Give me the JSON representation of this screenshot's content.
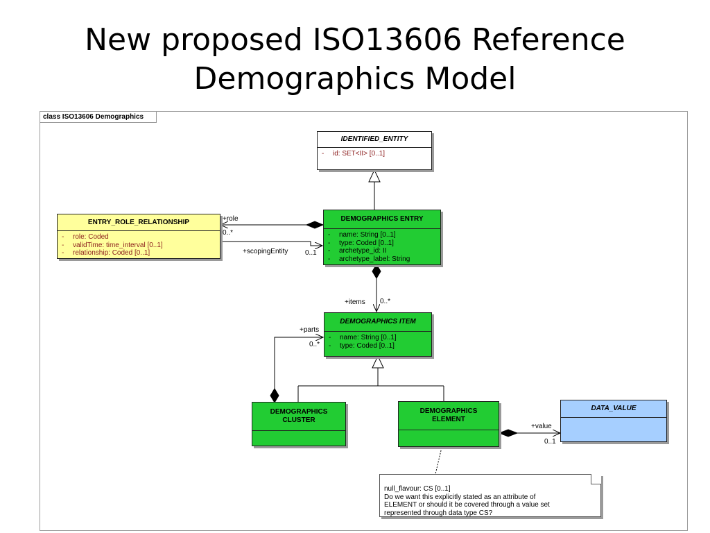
{
  "slide": {
    "title_line1": "New proposed  ISO13606 Reference",
    "title_line2": "Demographics Model"
  },
  "diagram": {
    "frame_label": "class ISO13606 Demographics",
    "classes": {
      "identified_entity": {
        "name": "IDENTIFIED_ENTITY",
        "attrs": [
          "id:  SET<II> [0..1]"
        ]
      },
      "entry_role_relationship": {
        "name": "ENTRY_ROLE_RELATIONSHIP",
        "attrs": [
          "role:  Coded",
          "validTime:  time_interval [0..1]",
          "relationship:  Coded [0..1]"
        ]
      },
      "demographics_entry": {
        "name": "DEMOGRAPHICS ENTRY",
        "attrs": [
          "name:  String [0..1]",
          "type:  Coded [0..1]",
          "archetype_id:  II",
          "archetype_label:  String"
        ]
      },
      "demographics_item": {
        "name": "DEMOGRAPHICS ITEM",
        "attrs": [
          "name:  String [0..1]",
          "type:  Coded [0..1]"
        ]
      },
      "demographics_cluster": {
        "name_line1": "DEMOGRAPHICS",
        "name_line2": "CLUSTER"
      },
      "demographics_element": {
        "name_line1": "DEMOGRAPHICS",
        "name_line2": "ELEMENT"
      },
      "data_value": {
        "name": "DATA_VALUE"
      }
    },
    "attr_dash": "-",
    "labels": {
      "role": "+role",
      "role_mult": "0..*",
      "scoping": "+scopingEntity",
      "scoping_mult": "0..1",
      "items": "+items",
      "items_mult": "0..*",
      "parts": "+parts",
      "parts_mult": "0..*",
      "value": "+value",
      "value_mult": "0..1"
    },
    "note": {
      "lines": [
        "null_flavour: CS [0..1]",
        "Do we want this explicitly stated as an attribute of",
        "ELEMENT or should it be covered through a value set",
        "represented through data type CS?"
      ]
    }
  }
}
